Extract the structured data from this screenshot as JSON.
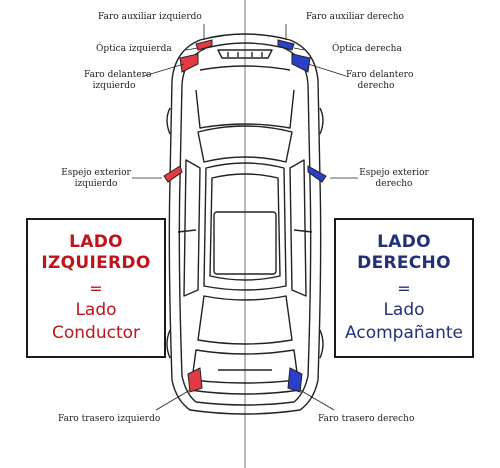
{
  "colors": {
    "left": "#c0141c",
    "right": "#22307a",
    "left_fill": "#e23a44",
    "right_fill": "#2a40c8",
    "outline": "#222222"
  },
  "labels": {
    "faro_aux_izq": "Faro auxiliar izquierdo",
    "faro_aux_der": "Faro auxiliar derecho",
    "optica_izq": "Óptica izquierda",
    "optica_der": "Óptica derecha",
    "faro_del_izq_1": "Faro delantero",
    "faro_del_izq_2": "izquierdo",
    "faro_del_der_1": "Faro delantero",
    "faro_del_der_2": "derecho",
    "espejo_izq_1": "Espejo exterior",
    "espejo_izq_2": "izquierdo",
    "espejo_der_1": "Espejo exterior",
    "espejo_der_2": "derecho",
    "faro_tras_izq": "Faro trasero izquierdo",
    "faro_tras_der": "Faro trasero derecho"
  },
  "left_box": {
    "line1": "LADO",
    "line2": "IZQUIERDO",
    "eq": "=",
    "sub1": "Lado",
    "sub2": "Conductor"
  },
  "right_box": {
    "line1": "LADO",
    "line2": "DERECHO",
    "eq": "=",
    "sub1": "Lado",
    "sub2": "Acompañante"
  }
}
